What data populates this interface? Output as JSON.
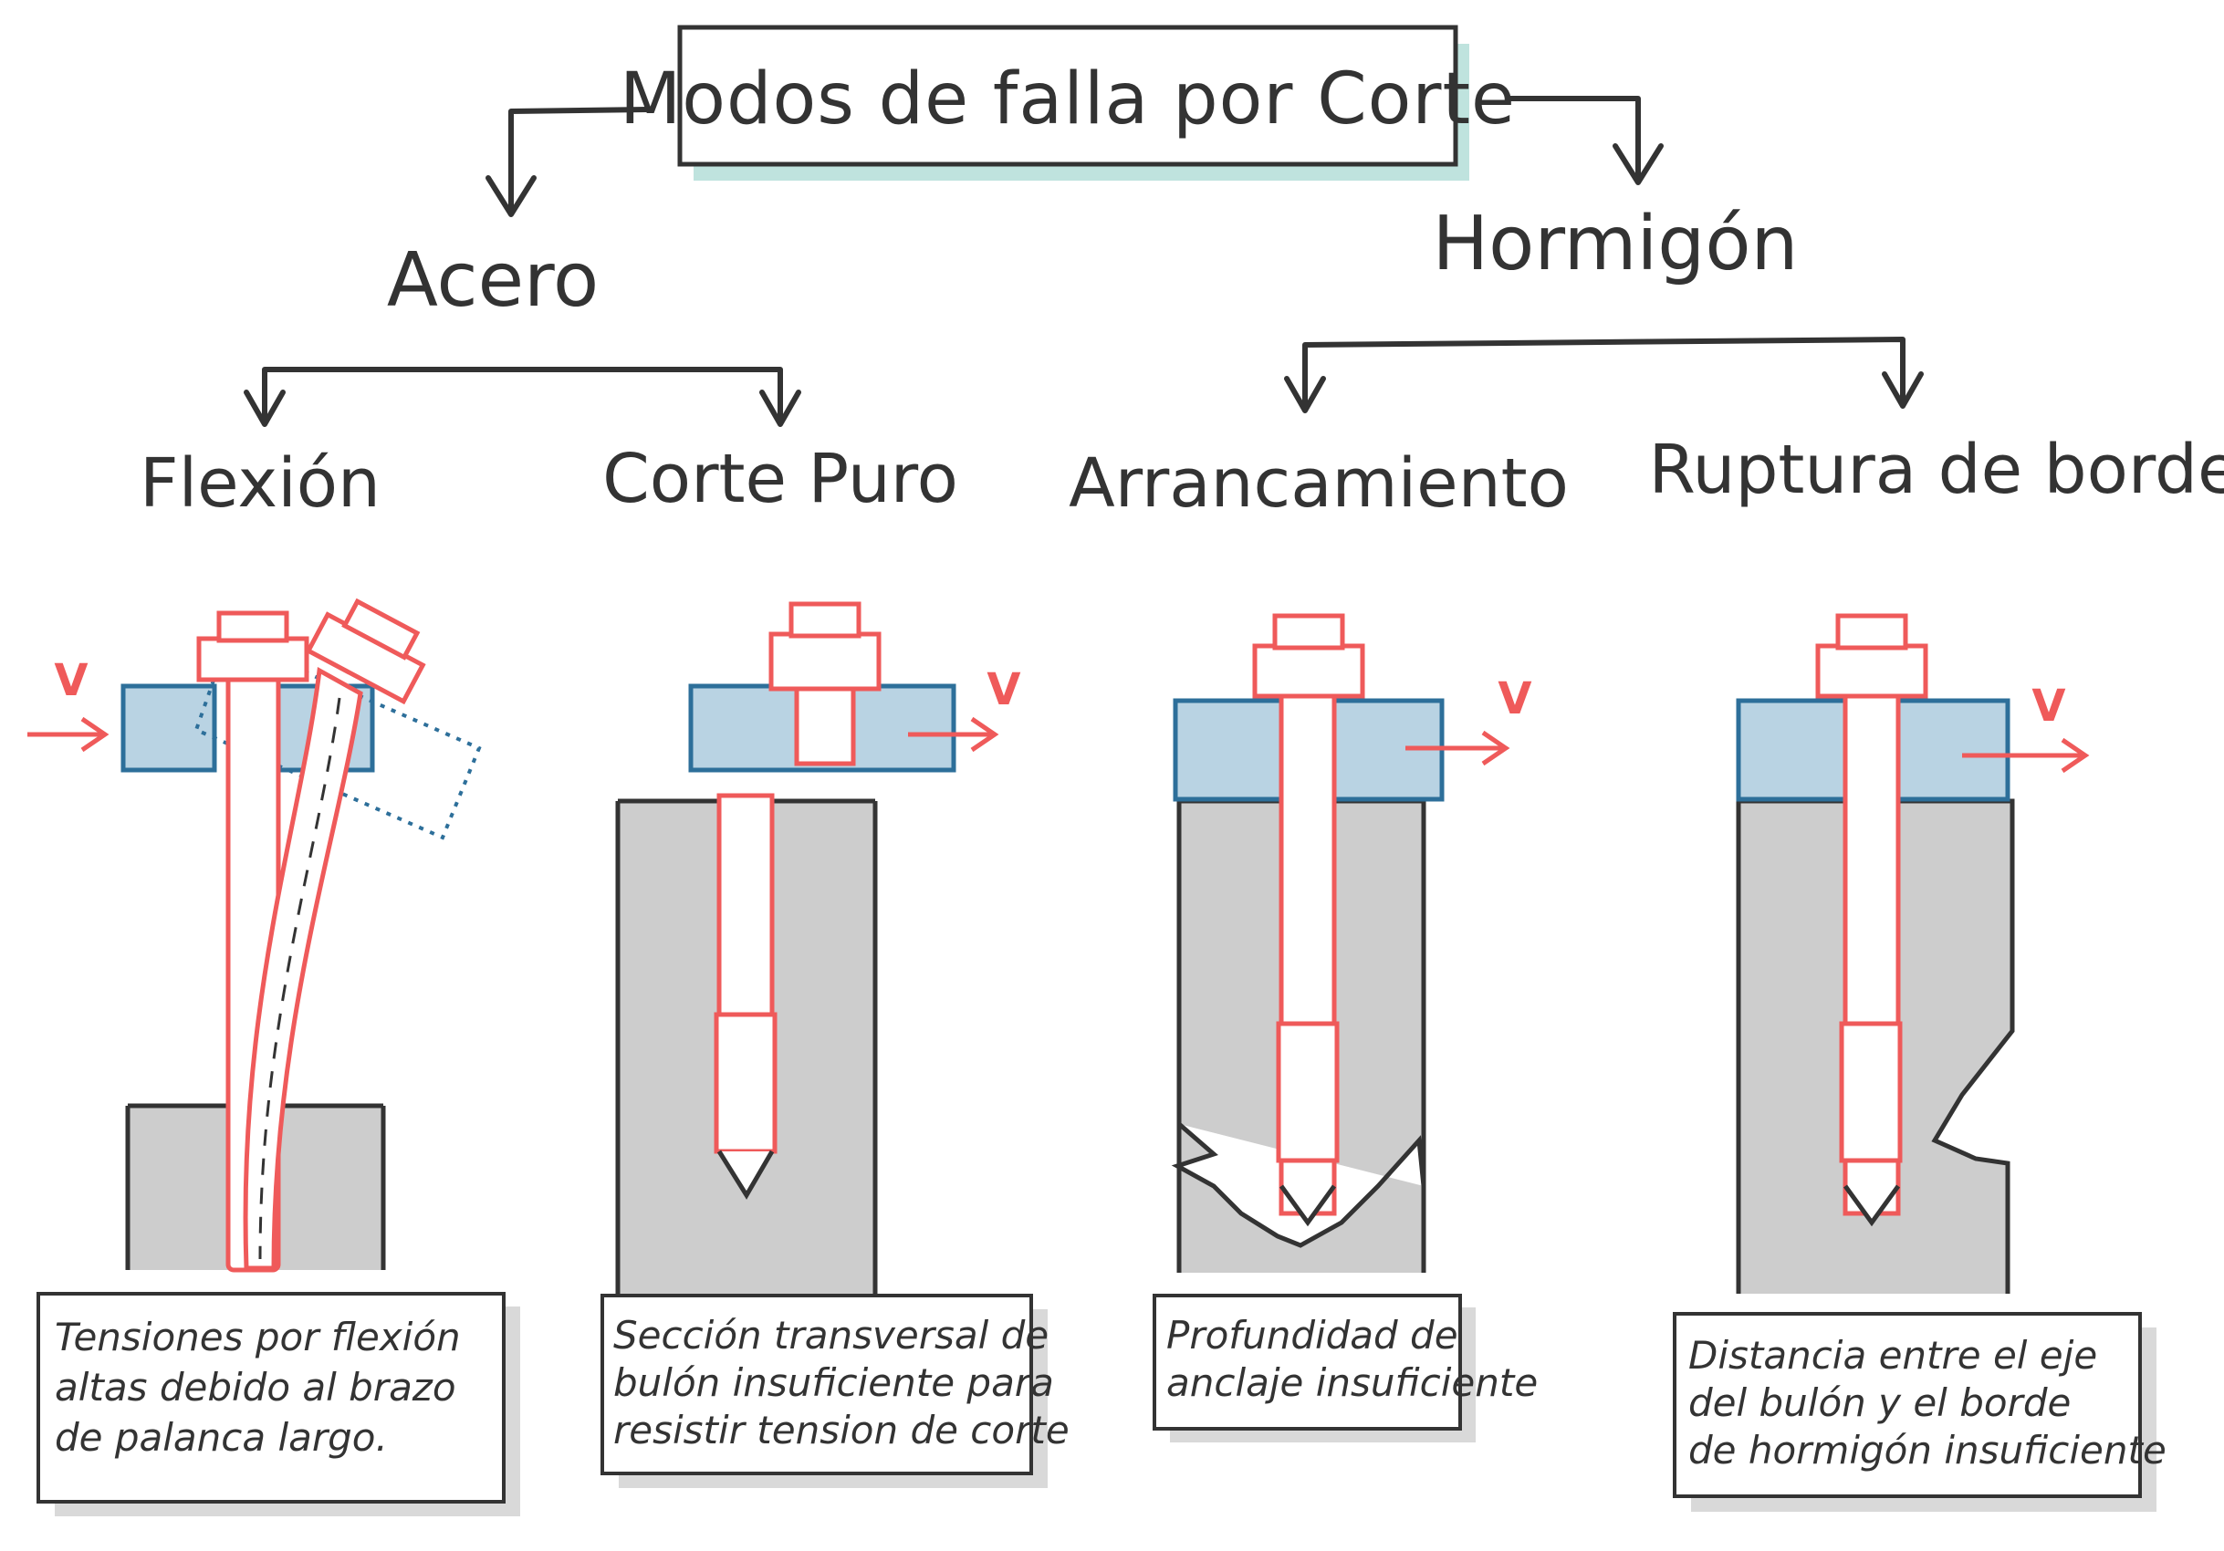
{
  "title": "Modos de falla por Corte",
  "categories": {
    "steel": "Acero",
    "concrete": "Hormigón"
  },
  "modes": [
    {
      "label": "Flexión",
      "note": [
        "Tensiones por flexión",
        "altas debido al brazo",
        "de palanca largo."
      ]
    },
    {
      "label": "Corte Puro",
      "note": [
        "Sección transversal de",
        "bulón insuficiente para",
        "resistir tension de corte"
      ]
    },
    {
      "label": "Arrancamiento",
      "note": [
        "Profundidad de",
        "anclaje insuficiente"
      ]
    },
    {
      "label": "Ruptura de borde",
      "note": [
        "Distancia entre el eje",
        "del bulón y el borde",
        "de hormigón insuficiente"
      ]
    }
  ],
  "force_label": "V",
  "colors": {
    "bolt": "#ef5a5a",
    "plate_fill": "#b9d3e3",
    "plate_stroke": "#2d6f9a",
    "concrete": "#cdcdcd",
    "ink": "#333333",
    "title_shadow": "#bfe3de",
    "note_shadow": "#d9d9d9"
  }
}
